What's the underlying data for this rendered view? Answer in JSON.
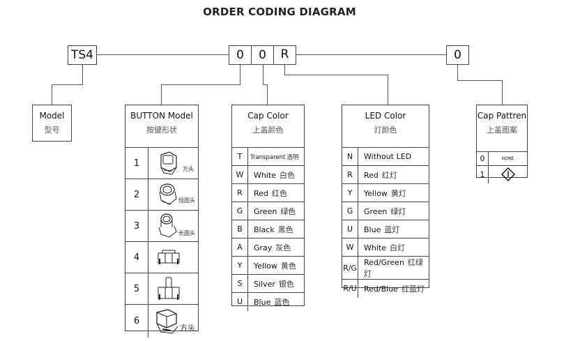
{
  "title": "ORDER CODING DIAGRAM",
  "code_segments": [
    "TS4",
    "0",
    "0",
    "R",
    "0"
  ],
  "model": {
    "title_en": "Model",
    "title_cn": "型号"
  },
  "button_model": {
    "title_en": "BUTTON Model",
    "title_cn": "按键形状",
    "rows": [
      {
        "code": "1",
        "icon": "square-head-button-icon",
        "label": "方头"
      },
      {
        "code": "2",
        "icon": "short-round-head-button-icon",
        "label": "短圆头"
      },
      {
        "code": "3",
        "icon": "long-round-head-button-icon",
        "label": "长圆头"
      },
      {
        "code": "4",
        "icon": "flat-switch-side-icon",
        "label": ""
      },
      {
        "code": "5",
        "icon": "stem-switch-side-icon",
        "label": ""
      },
      {
        "code": "6",
        "icon": "large-square-head-button-icon",
        "label": "方头"
      }
    ]
  },
  "cap_color": {
    "title_en": "Cap Color",
    "title_cn": "上盖颜色",
    "rows": [
      {
        "code": "T",
        "en": "Transparent",
        "cn": "透明"
      },
      {
        "code": "W",
        "en": "White",
        "cn": "白色"
      },
      {
        "code": "R",
        "en": "Red",
        "cn": "红色"
      },
      {
        "code": "G",
        "en": "Green",
        "cn": "绿色"
      },
      {
        "code": "B",
        "en": "Black",
        "cn": "黑色"
      },
      {
        "code": "A",
        "en": "Gray",
        "cn": "灰色"
      },
      {
        "code": "Y",
        "en": "Yellow",
        "cn": "黄色"
      },
      {
        "code": "S",
        "en": "Silver",
        "cn": "银色"
      },
      {
        "code": "U",
        "en": "Blue",
        "cn": "蓝色"
      }
    ]
  },
  "led_color": {
    "title_en": "LED Color",
    "title_cn": "灯颜色",
    "rows": [
      {
        "code": "N",
        "en": "Without LED",
        "cn": ""
      },
      {
        "code": "R",
        "en": "Red",
        "cn": "红灯"
      },
      {
        "code": "Y",
        "en": "Yellow",
        "cn": "黄灯"
      },
      {
        "code": "G",
        "en": "Green",
        "cn": "绿灯"
      },
      {
        "code": "U",
        "en": "Blue",
        "cn": "蓝灯"
      },
      {
        "code": "W",
        "en": "White",
        "cn": "白灯"
      },
      {
        "code": "R/G",
        "en": "Red/Green",
        "cn": "红绿灯"
      },
      {
        "code": "R/U",
        "en": "Red/Blue",
        "cn": "红蓝灯"
      }
    ]
  },
  "cap_pattern": {
    "title_en": "Cap Pattren",
    "title_cn": "上盖图案",
    "rows": [
      {
        "code": "0",
        "value": "NONE"
      },
      {
        "code": "1",
        "icon": "diamond-power-symbol-icon"
      }
    ]
  }
}
